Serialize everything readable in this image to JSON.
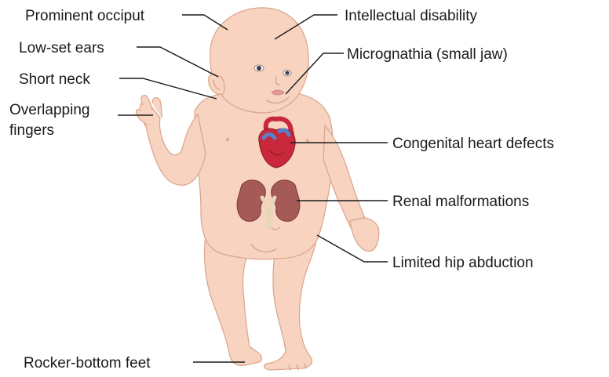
{
  "labels": {
    "prominent_occiput": "Prominent occiput",
    "low_set_ears": "Low-set ears",
    "short_neck": "Short neck",
    "overlapping_fingers_line1": "Overlapping",
    "overlapping_fingers_line2": "fingers",
    "rocker_bottom_feet": "Rocker-bottom feet",
    "intellectual_disability": "Intellectual disability",
    "micrognathia": "Micrognathia (small jaw)",
    "congenital_heart_defects": "Congenital heart defects",
    "renal_malformations": "Renal malformations",
    "limited_hip_abduction": "Limited hip abduction"
  },
  "colors": {
    "skin": "#f7d3c0",
    "skin_outline": "#d9a58c",
    "heart": "#c8283a",
    "heart_vessels": "#5b7fc9",
    "kidney": "#a55a58",
    "ureter": "#e8d6b8"
  }
}
